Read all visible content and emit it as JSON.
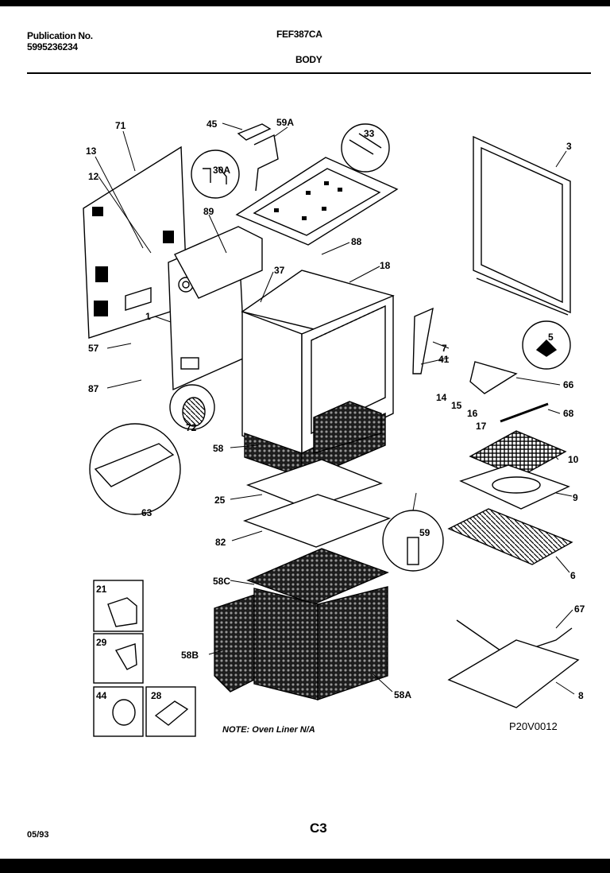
{
  "header": {
    "publication_label": "Publication No.",
    "publication_number": "5995236234",
    "model": "FEF387CA",
    "section": "BODY"
  },
  "callouts": [
    "71",
    "13",
    "12",
    "45",
    "59A",
    "33",
    "30A",
    "89",
    "88",
    "18",
    "37",
    "1",
    "57",
    "87",
    "72",
    "3",
    "5",
    "7",
    "41",
    "66",
    "68",
    "14",
    "15",
    "16",
    "17",
    "58",
    "25",
    "82",
    "63",
    "59",
    "10",
    "9",
    "6",
    "58C",
    "58B",
    "58A",
    "21",
    "29",
    "44",
    "28",
    "67",
    "8"
  ],
  "note": "NOTE: Oven Liner N/A",
  "diagram_code": "P20V0012",
  "footer": {
    "date": "05/93",
    "page": "C3"
  }
}
